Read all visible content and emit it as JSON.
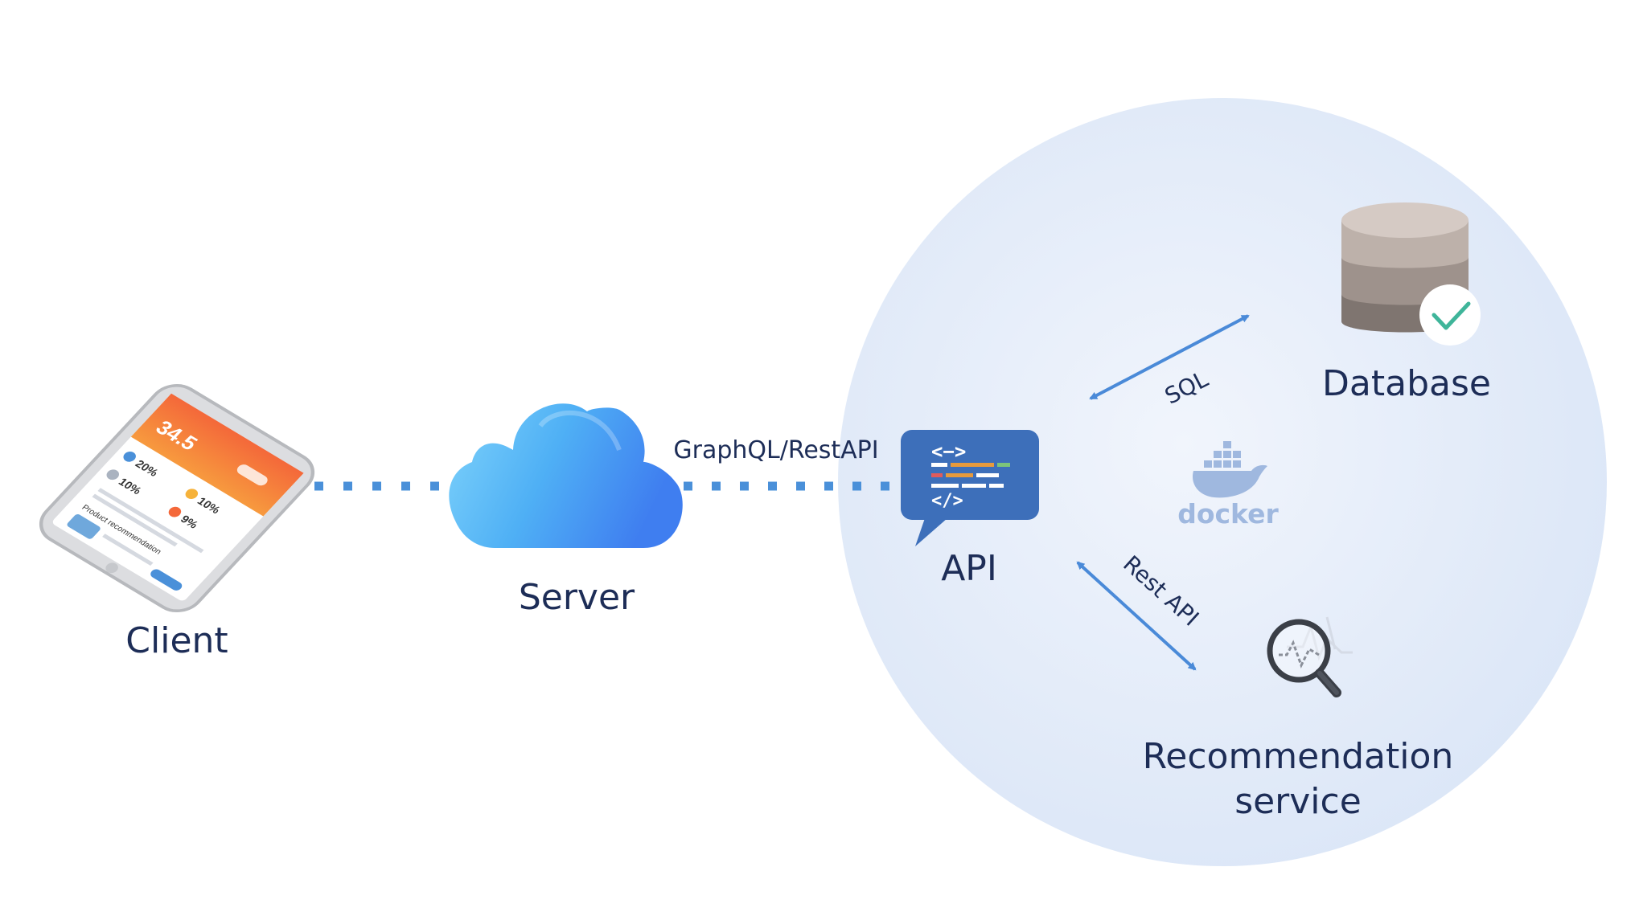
{
  "nodes": {
    "client": {
      "label": "Client",
      "icon": "smartphone-icon"
    },
    "server": {
      "label": "Server",
      "icon": "cloud-icon"
    },
    "api": {
      "label": "API",
      "icon": "code-chat-icon"
    },
    "database": {
      "label": "Database",
      "icon": "database-check-icon"
    },
    "recommendation": {
      "label_line1": "Recommendation",
      "label_line2": "service",
      "icon": "magnifier-chart-icon"
    },
    "docker": {
      "label": "docker",
      "icon": "docker-whale-icon"
    }
  },
  "edges": {
    "server_api": {
      "label": "GraphQL/RestAPI"
    },
    "api_db": {
      "label": "SQL"
    },
    "api_rec": {
      "label": "Rest API"
    }
  },
  "phone_screen": {
    "big_value": "34.5",
    "stat_1": "20%",
    "stat_2": "10%",
    "stat_3": "10%",
    "stat_4": "9%",
    "section_title": "Product recommendation"
  },
  "colors": {
    "text": "#1d2d57",
    "dots": "#4a90d9",
    "arrow": "#4a8ad8",
    "circle_fill": "#e4ecf9",
    "api_box": "#3d6fba",
    "docker": "#9fb8df"
  }
}
